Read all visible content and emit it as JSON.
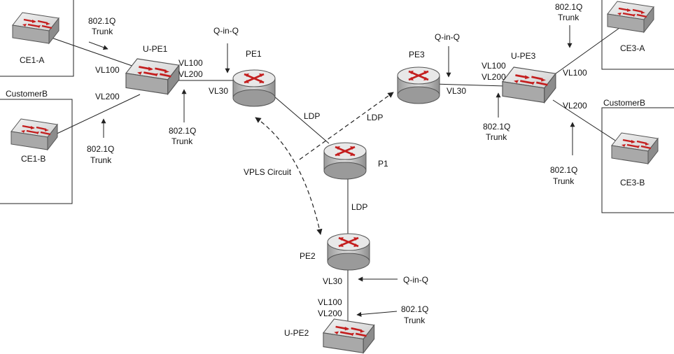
{
  "nodes": {
    "ce1a": "CE1-A",
    "ce1b": "CE1-B",
    "upe1": "U-PE1",
    "pe1": "PE1",
    "p1": "P1",
    "pe2": "PE2",
    "upe2": "U-PE2",
    "pe3": "PE3",
    "upe3": "U-PE3",
    "ce3a": "CE3-A",
    "ce3b": "CE3-B"
  },
  "groups": {
    "customer_b_left": "CustomerB",
    "customer_b_right": "CustomerB"
  },
  "labels": {
    "vl100": "VL100",
    "vl200": "VL200",
    "vl30": "VL30",
    "dot1q": "802.1Q",
    "trunk": "Trunk",
    "qinq": "Q-in-Q",
    "ldp": "LDP",
    "vpls": "VPLS Circuit"
  },
  "colors": {
    "device_body": "#c8c8c8",
    "device_top": "#e6e6e6",
    "device_arrow": "#c41e1e",
    "line": "#222222"
  }
}
